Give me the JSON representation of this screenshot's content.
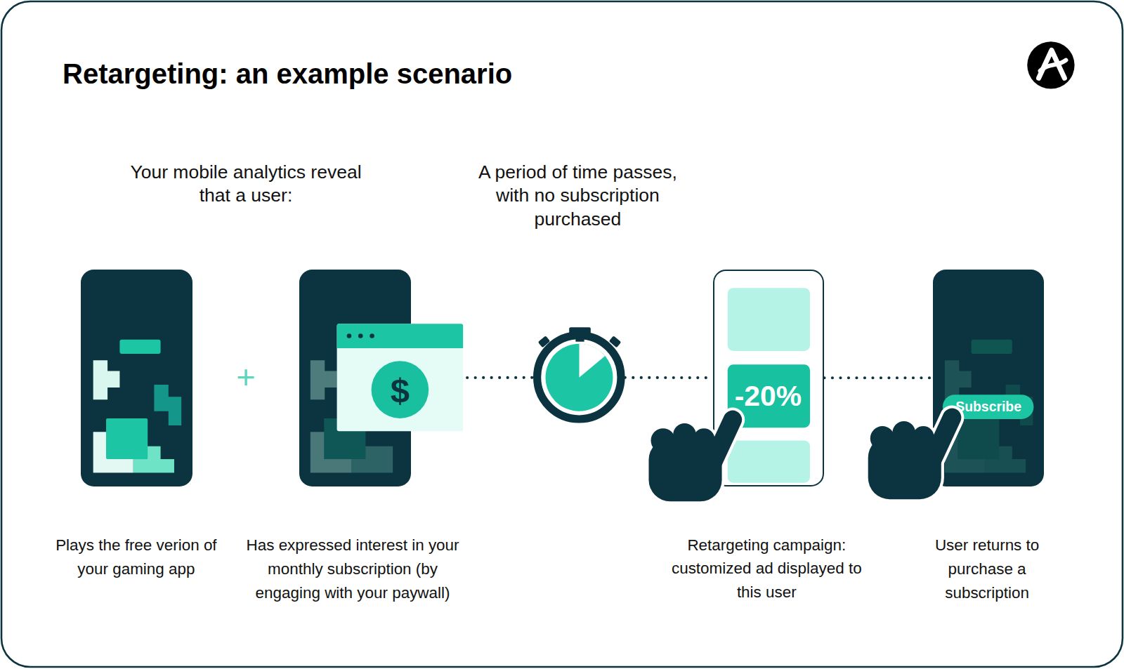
{
  "diagram": {
    "title": "Retargeting: an example scenario",
    "nodes": [
      {
        "text": [
          "Plays the free verion of your gaming app"
        ]
      },
      {
        "text": [
          "Has expressed interest in your monthly subscription (by engaging with your paywall)"
        ]
      },
      {
        "text": [
          "A period of time passes, with no subscription purchased"
        ]
      },
      {
        "text": [
          "-20%",
          "Retargeting campaign: customized ad displayed to this user"
        ]
      },
      {
        "text": [
          "Subscribe",
          "User returns to purchase a subscription"
        ]
      }
    ],
    "edges": [
      {
        "from": 1,
        "to": 2,
        "arrow": "none"
      },
      {
        "from": 2,
        "to": 3,
        "arrow": "none"
      },
      {
        "from": 3,
        "to": 4,
        "arrow": "none"
      }
    ],
    "labels": [
      "Your mobile analytics reveal that a user:",
      "+",
      "$"
    ]
  }
}
